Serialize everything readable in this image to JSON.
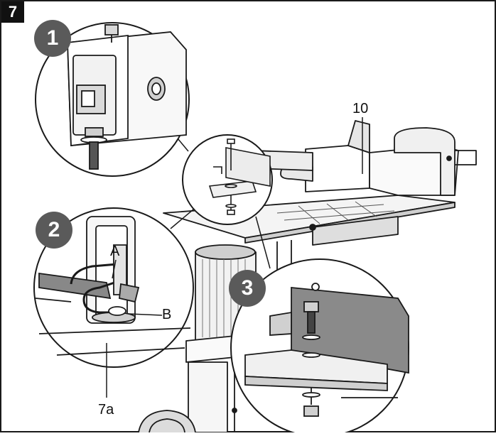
{
  "figure": {
    "number": "7"
  },
  "steps": [
    {
      "number": "1"
    },
    {
      "number": "2"
    },
    {
      "number": "3"
    }
  ],
  "callouts": {
    "part_10": "10",
    "part_a": "A",
    "part_b": "B",
    "part_7a": "7a"
  },
  "colors": {
    "line": "#1a1a1a",
    "badge": "#5a5a5a",
    "shade": "#8a8a8a",
    "light_shade": "#d8d8d8"
  }
}
